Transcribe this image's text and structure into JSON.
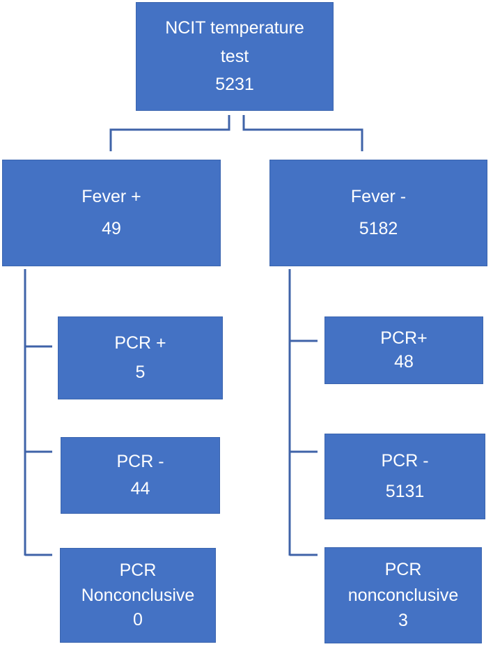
{
  "diagram": {
    "root": {
      "line1": "NCIT temperature",
      "line2": "test",
      "count": "5231"
    },
    "fever_positive": {
      "label": "Fever +",
      "count": "49",
      "children": [
        {
          "label": "PCR +",
          "count": "5"
        },
        {
          "label": "PCR -",
          "count": "44"
        },
        {
          "label": "PCR",
          "label2": "Nonconclusive",
          "count": "0"
        }
      ]
    },
    "fever_negative": {
      "label": "Fever -",
      "count": "5182",
      "children": [
        {
          "label": "PCR+",
          "count": "48"
        },
        {
          "label": "PCR -",
          "count": "5131"
        },
        {
          "label": "PCR",
          "label2": "nonconclusive",
          "count": "3"
        }
      ]
    }
  },
  "colors": {
    "box_fill": "#4472C4",
    "connector": "#3f63a8",
    "text": "#ffffff"
  }
}
